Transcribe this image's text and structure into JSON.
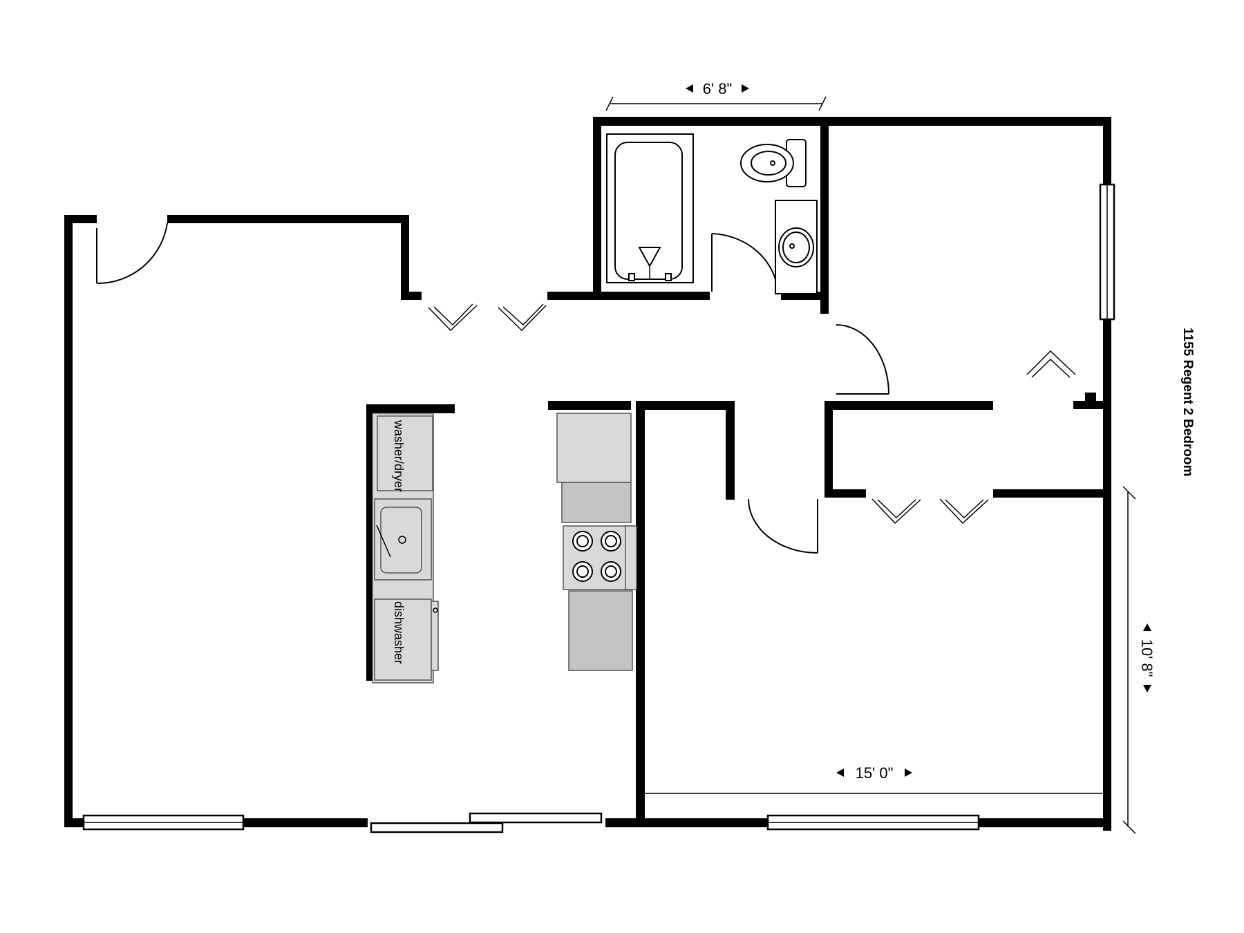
{
  "title": "1155 Regent  2 Bedroom",
  "dimensions": {
    "bath_width": "6' 8\"",
    "bedroom_width": "15' 0\"",
    "bedroom_depth": "10' 8\""
  },
  "appliances": {
    "washer_dryer": "washer/dryer",
    "dishwasher": "dishwasher"
  }
}
